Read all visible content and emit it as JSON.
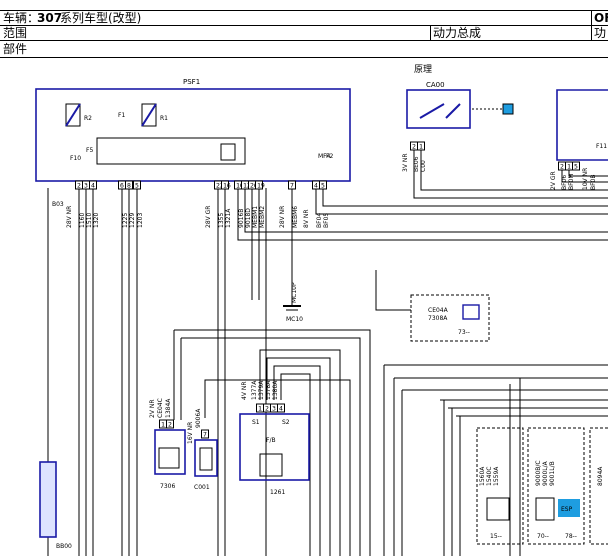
{
  "header": {
    "vehicle_label": "车辆：",
    "vehicle_model": "307",
    "vehicle_desc": "系列车型(改型)",
    "right_code": "OF",
    "scope_label": "范围",
    "system_label": "动力总成",
    "func_label": "功",
    "part_label": "部件"
  },
  "principle_label": "原理",
  "colors": {
    "box": "#1a1aa6",
    "wire": "#000000",
    "esp": "#1e9de0"
  },
  "components": {
    "psf1": "PSF1",
    "ca00": "CA00",
    "ce04a": "CE04A",
    "ce04a_sub": "7308A",
    "ce04a_ref": "73--",
    "mc10": "MC10",
    "mc10_lbl": "MC10P",
    "c7306": "7306",
    "c001": "C001",
    "c1261": "1261",
    "bb00": "BB00",
    "b03": "B03",
    "ref15": "15--",
    "ref70": "70--",
    "ref78": "78--",
    "esp": "ESP"
  },
  "psf1_inner": {
    "r2": "R2",
    "r1": "R1",
    "f1": "F1",
    "f10": "F10",
    "f5": "F5",
    "mf4": "MF4",
    "f2": "F2",
    "f11": "F11"
  },
  "psf1_pins": [
    "2",
    "3",
    "4",
    "6",
    "8",
    "5",
    "22",
    "16",
    "10",
    "12",
    "26",
    "19",
    "7",
    "4",
    "5"
  ],
  "wire_groups": [
    {
      "cond": "28V NR",
      "wires": [
        "1160",
        "1510",
        "1320"
      ]
    },
    {
      "cond": "",
      "wires": [
        "1225",
        "1229",
        "1203"
      ]
    },
    {
      "cond": "28V GR",
      "wires": [
        "1355",
        "1321A"
      ]
    },
    {
      "cond": "",
      "wires": [
        "9016B",
        "9018D",
        "MEBM1",
        "MEBM2"
      ]
    },
    {
      "cond": "28V NR",
      "wires": [
        "MEBM6"
      ]
    },
    {
      "cond": "8V NR",
      "wires": [
        "BF04",
        "BF05"
      ]
    }
  ],
  "ca00_pins": [
    "2",
    "1"
  ],
  "ca00_cond": "3V NR",
  "ca00_wires": [
    "BE06",
    "C00"
  ],
  "right_pins": [
    "2",
    "1",
    "5"
  ],
  "right_conds": [
    "2V GR",
    "10V NR"
  ],
  "right_wires": [
    "BF06",
    "BF0M",
    "BF0B"
  ],
  "c7306_pins": [
    "1",
    "2"
  ],
  "c7306_cond": "2V NR",
  "c7306_conn": "CE04C",
  "c7306_wire": "1384A",
  "c001_pin": "7",
  "c001_cond": "16V NR",
  "c001_wire": "9006A",
  "c1261_pins": [
    "1",
    "2",
    "3",
    "4"
  ],
  "c1261_cond": "4V NR",
  "c1261_wires": [
    "1377A",
    "1379A",
    "1378A",
    "1380A"
  ],
  "c1261_inner": [
    "S1",
    "S2",
    "F/B"
  ],
  "bottom_wires_a": [
    "1560A",
    "1540C",
    "1559A"
  ],
  "bottom_wires_b": [
    "9000B/C",
    "9000L/A",
    "9001L/B"
  ],
  "bottom_wires_c": [
    "8094A"
  ]
}
